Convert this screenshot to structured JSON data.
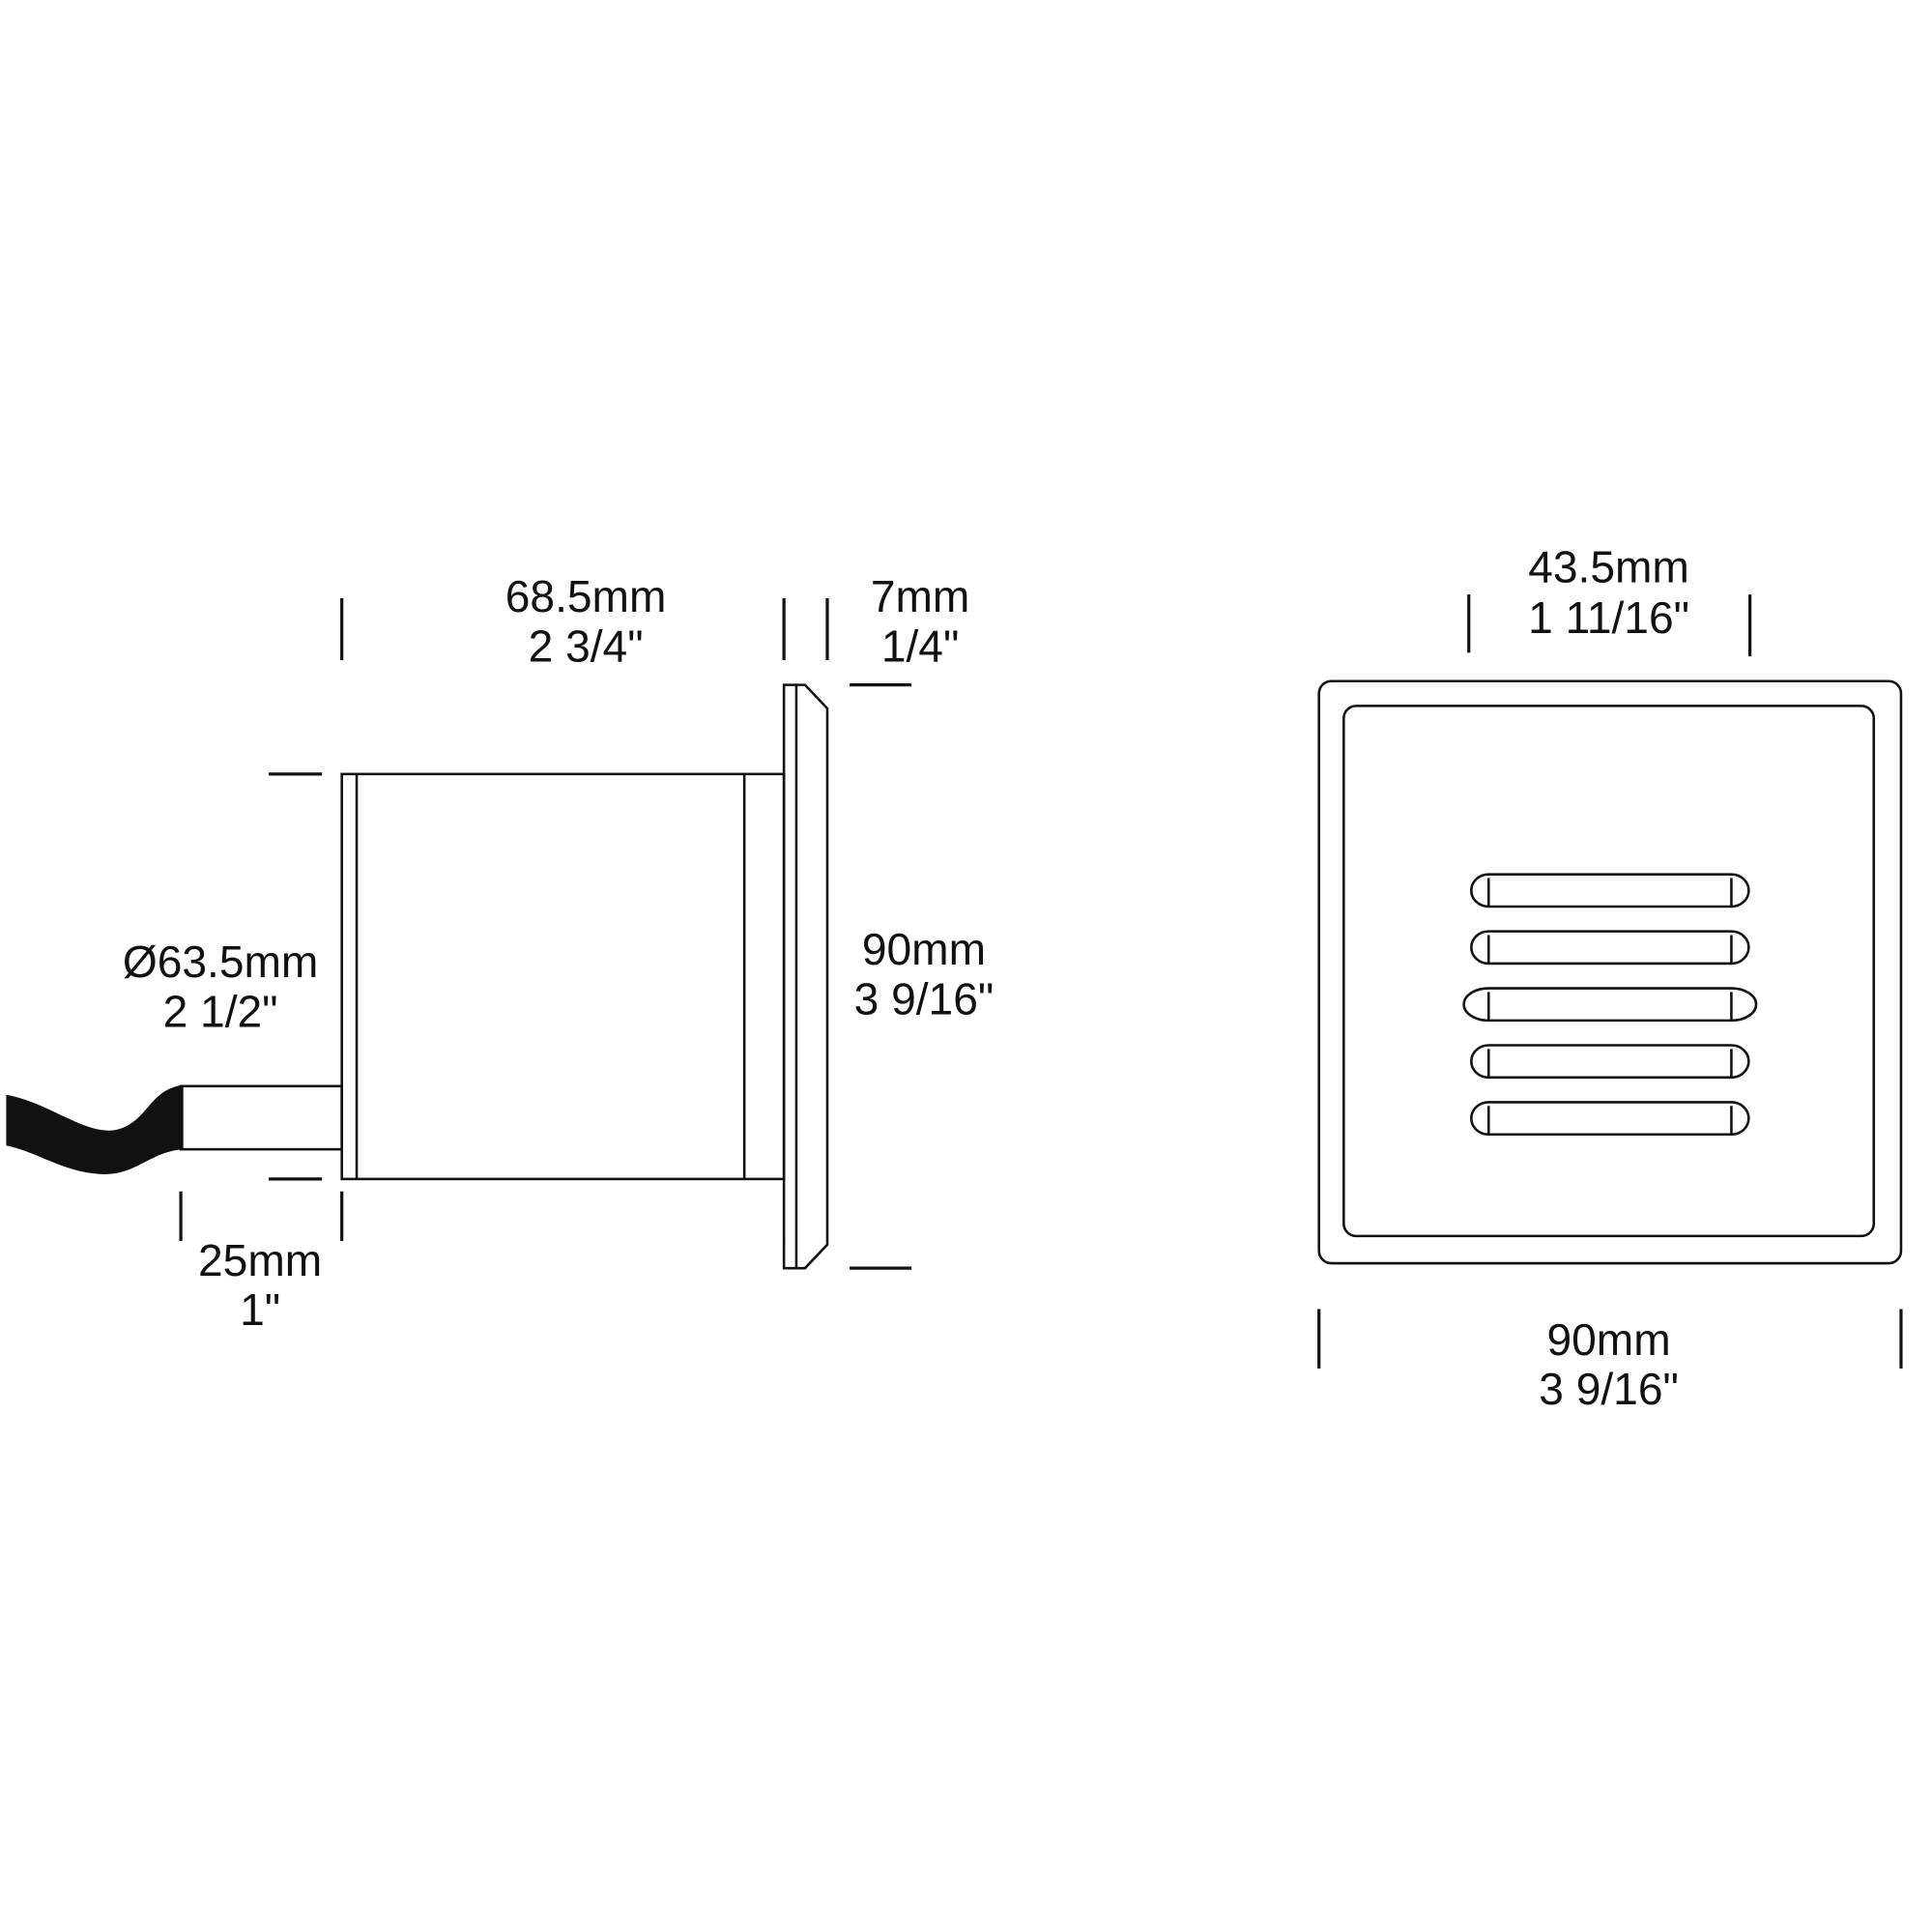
{
  "side_view": {
    "body_length": {
      "mm": "68.5mm",
      "in": "2 3/4\""
    },
    "flange_thickness": {
      "mm": "7mm",
      "in": "1/4\""
    },
    "diameter": {
      "mm": "Ø63.5mm",
      "in": "2 1/2\""
    },
    "flange_height": {
      "mm": "90mm",
      "in": "3 9/16\""
    },
    "cable_stub": {
      "mm": "25mm",
      "in": "1\""
    }
  },
  "front_view": {
    "louver_width": {
      "mm": "43.5mm",
      "in": "1 11/16\""
    },
    "face_width": {
      "mm": "90mm",
      "in": "3 9/16\""
    },
    "louver_count": 5
  },
  "colors": {
    "line": "#111111",
    "cable": "#111111",
    "background": "#ffffff"
  }
}
